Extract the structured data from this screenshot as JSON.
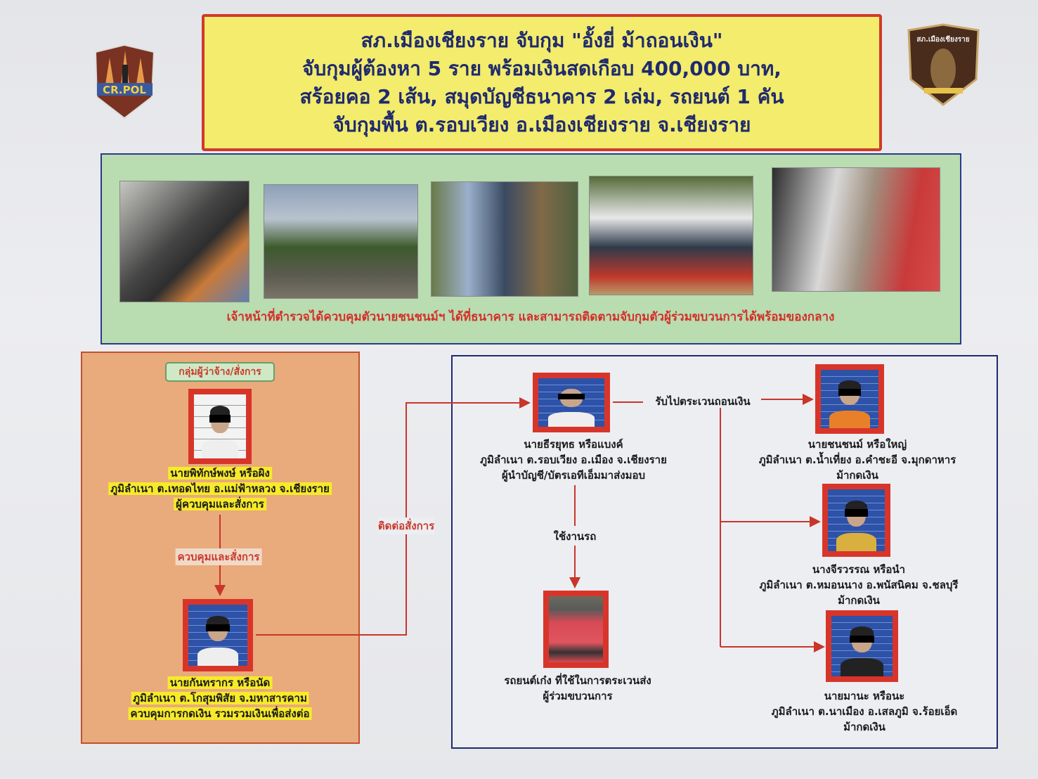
{
  "header": {
    "title_lines": [
      "สภ.เมืองเชียงราย จับกุม \"อั้งยี่ ม้าถอนเงิน\"",
      "จับกุมผู้ต้องหา 5 ราย พร้อมเงินสดเกือบ 400,000 บาท,",
      "สร้อยคอ 2 เส้น, สมุดบัญชีธนาคาร 2 เล่ม, รถยนต์ 1 คัน",
      "จับกุมพื้น ต.รอบเวียง อ.เมืองเชียงราย จ.เชียงราย"
    ],
    "left_logo_text": "CR.POL",
    "right_logo_text": "สภ.เมืองเชียงราย"
  },
  "photos_panel": {
    "caption": "เจ้าหน้าที่ตำรวจได้ควบคุมตัวนายชนชนม์ฯ ได้ที่ธนาคาร และสามารถติดตามจับกุมตัวผู้ร่วมขบวนการได้พร้อมของกลาง"
  },
  "left_group": {
    "label": "กลุ่มผู้ว่าจ้าง/สั่งการ",
    "person1": [
      "นายพิทักษ์พงษ์ หรือผิง",
      "ภูมิลำเนา ต.เทอดไทย อ.แม่ฟ้าหลวง จ.เชียงราย",
      "ผู้ควบคุมและสั่งการ"
    ],
    "arrow_label": "ควบคุมและสั่งการ",
    "person2": [
      "นายกันทรากร หรือนัด",
      "ภูมิลำเนา ต.โกสุมพิสัย จ.มหาสารคาม",
      "ควบคุมการกดเงิน รวมรวมเงินเพื่อส่งต่อ"
    ]
  },
  "link_label": "ติดต่อสั่งการ",
  "right_group": {
    "person3": [
      "นายธีรยุทธ หรือแบงค์",
      "ภูมิลำเนา ต.รอบเวียง อ.เมือง จ.เชียงราย",
      "ผู้นำบัญชี/บัตรเอทีเอ็มมาส่งมอบ"
    ],
    "withdraw_label": "รับไปตระเวนถอนเงิน",
    "car_label": "ใช้งานรถ",
    "car": [
      "รถยนต์เก๋ง ที่ใช้ในการตระเวนส่ง",
      "ผู้ร่วมขบวนการ"
    ],
    "person4": [
      "นายชนชนม์ หรือใหญ่",
      "ภูมิลำเนา ต.น้ำเที่ยง อ.คำชะอี จ.มุกดาหาร",
      "ม้ากดเงิน"
    ],
    "person5": [
      "นางจีรวรรณ หรือนำ",
      "ภูมิลำเนา ต.หมอนนาง อ.พนัสนิคม จ.ชลบุรี",
      "ม้ากดเงิน"
    ],
    "person6": [
      "นายมานะ หรือนะ",
      "ภูมิลำเนา ต.นาเมือง อ.เสลภูมิ จ.ร้อยเอ็ด",
      "ม้ากดเงิน"
    ]
  },
  "colors": {
    "title_bg": "#f3ec6c",
    "title_text": "#1f2a6e",
    "accent_red": "#d8352a",
    "left_panel": "#e9aa7c",
    "green_panel": "#b9dcb0"
  }
}
